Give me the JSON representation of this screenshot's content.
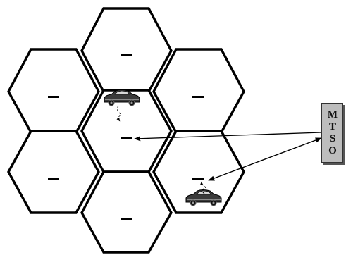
{
  "mtso": {
    "label": "MTSO"
  },
  "cells": [
    "top",
    "upper-left",
    "upper-right",
    "center",
    "lower-left",
    "lower-right",
    "bottom"
  ],
  "icons": {
    "tower": "cell-tower-icon",
    "car": "car-icon"
  }
}
